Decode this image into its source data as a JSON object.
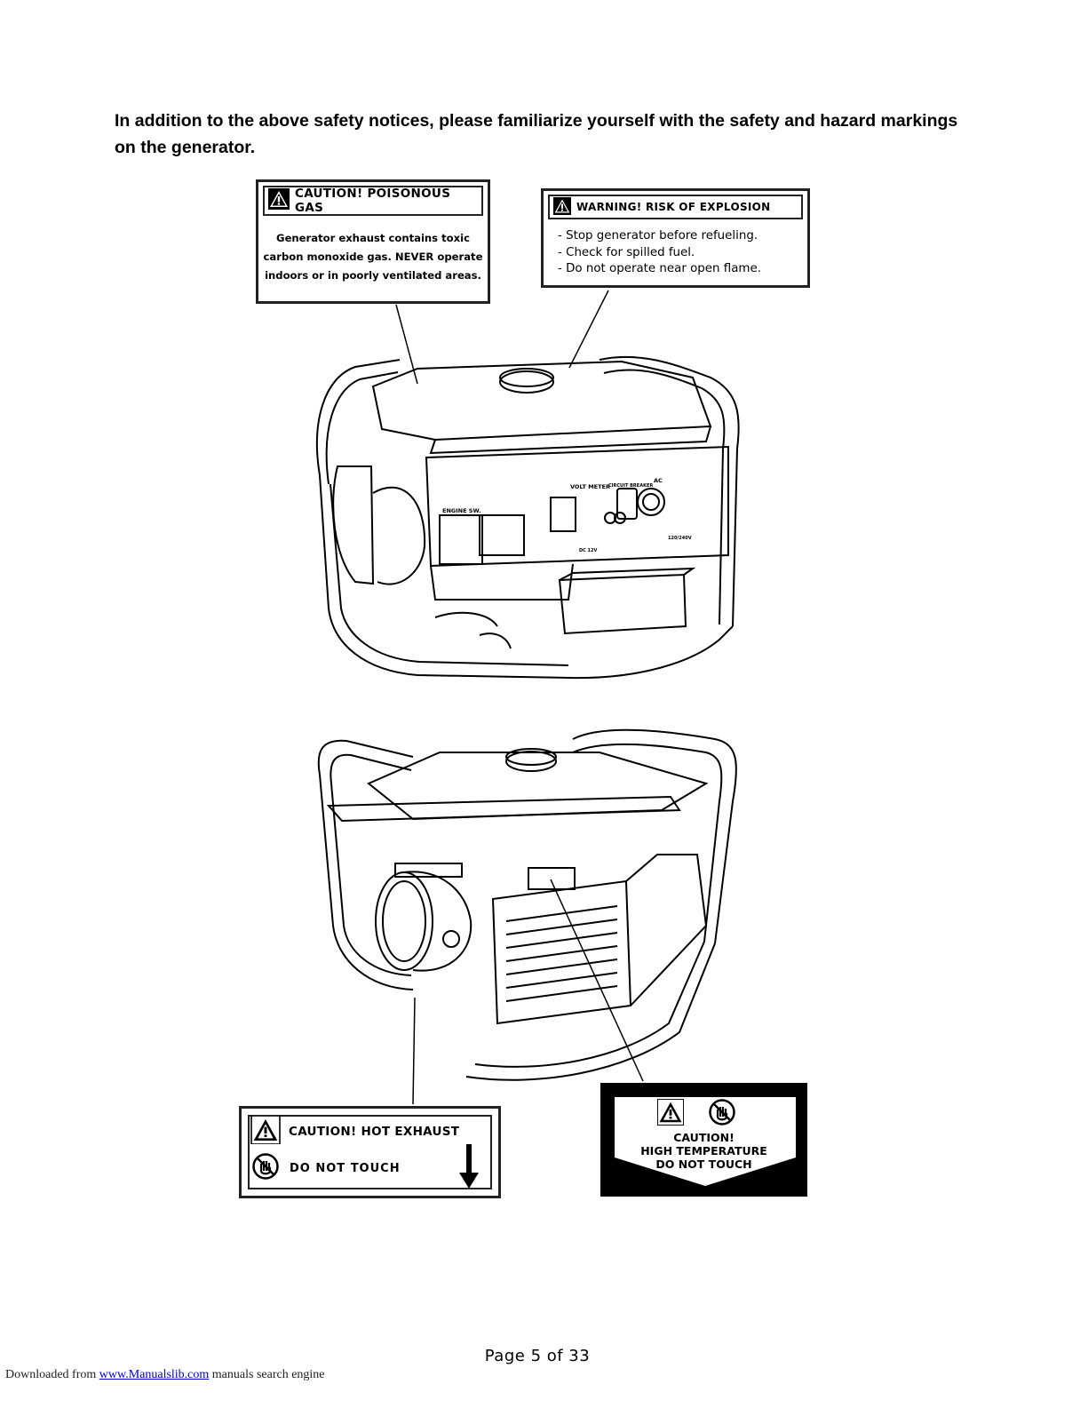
{
  "intro": {
    "text": "In addition to the above safety notices, please familiarize yourself with the safety and hazard markings on the generator."
  },
  "labels": {
    "poisonous_gas": {
      "title": "CAUTION! POISONOUS GAS",
      "lines": [
        "Generator exhaust contains toxic",
        "carbon monoxide gas. NEVER operate",
        "indoors or in poorly ventilated areas."
      ]
    },
    "explosion": {
      "title": "WARNING! RISK OF EXPLOSION",
      "lines": [
        "- Stop generator before refueling.",
        "- Check for spilled fuel.",
        "- Do not operate near open flame."
      ]
    },
    "hot_exhaust": {
      "title": "CAUTION! HOT EXHAUST",
      "subtitle": "DO NOT TOUCH"
    },
    "high_temperature": {
      "line1": "CAUTION!",
      "line2": "HIGH TEMPERATURE",
      "line3": "DO NOT TOUCH"
    }
  },
  "panel": {
    "engine_sw": "ENGINE SW.",
    "volt_meter": "VOLT METER",
    "circuit_breaker": "CIRCUIT BREAKER",
    "ac": "AC",
    "volts_out": "120/240V",
    "dc": "DC 12V"
  },
  "footer": {
    "page": "Page 5 of 33",
    "downloaded_prefix": "Downloaded from ",
    "site_link": "www.Manualslib.com",
    "suffix": " manuals search engine"
  }
}
